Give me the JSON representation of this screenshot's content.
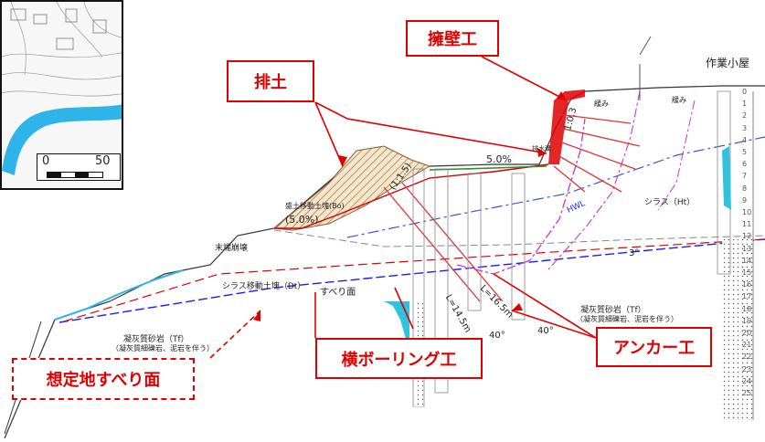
{
  "map_inset": {
    "scale_start": "0",
    "scale_end": "50"
  },
  "callouts": {
    "retaining_wall": "擁壁工",
    "earth_removal": "排土",
    "horizontal_boring": "横ボーリング工",
    "anchor": "アンカー工",
    "assumed_slip": "想定地すべり面"
  },
  "labels": {
    "work_hut": "作業小屋",
    "slope_ratio_1": "(1:1.5)",
    "slope_ratio_2": "1:0.3",
    "grade_1": "5.0%",
    "grade_2": "(5.0%)",
    "fill_mass": "盛土移動土塊(Bo)",
    "shirasu_mass": "シラス移動土塊（Dt）",
    "slip_surface": "すべり面",
    "shirasu_ht": "シラス（Ht）",
    "hwl": "HWL",
    "tuff_left": "凝灰質砂岩（Tf）",
    "tuff_left_note": "（凝灰質細礫岩、泥岩を伴う）",
    "tuff_right": "凝灰質砂岩（Tf）",
    "tuff_right_note": "（凝灰質細礫岩、泥岩を伴う）",
    "collapse": "末端崩壊",
    "angle_3": "3°",
    "angle_40_a": "40°",
    "angle_40_b": "40°",
    "length_1": "L=14.5m",
    "length_2": "L=16.5m",
    "ground_note_1": "緩み",
    "ground_note_2": "緩み",
    "drain_note": "排水溝"
  },
  "depth_scale": [
    "0",
    "1",
    "2",
    "3",
    "4",
    "5",
    "6",
    "7",
    "8",
    "9",
    "10",
    "11",
    "12",
    "13",
    "14",
    "15",
    "16",
    "17",
    "18",
    "19",
    "20",
    "21",
    "22",
    "23",
    "24",
    "25"
  ],
  "colors": {
    "callout": "#e00000",
    "slip_line": "#1a1aff",
    "water": "#2fb4e9",
    "hatch": "#8b5a2b"
  }
}
